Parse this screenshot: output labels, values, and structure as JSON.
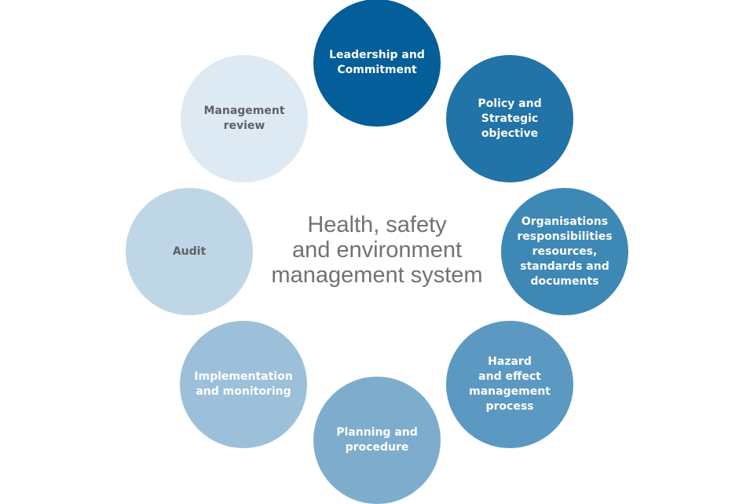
{
  "center_title": "Health, safety\nand environment\nmanagement system",
  "steps": [
    {
      "label": "Leadership and\nCommitment",
      "color": "#035e99"
    },
    {
      "label": "Policy and\nStrategic\nobjective",
      "color": "#2173a8"
    },
    {
      "label": "Organisations\nresponsibilities\nresources,\nstandards and\ndocuments",
      "color": "#3e88b6"
    },
    {
      "label": "Hazard\nand effect\nmanagement\nprocess",
      "color": "#5b99c2"
    },
    {
      "label": "Planning and\nprocedure",
      "color": "#7eaccd"
    },
    {
      "label": "Implementation\nand monitoring",
      "color": "#9dc0da"
    },
    {
      "label": "Audit",
      "color": "#bfd6e7"
    },
    {
      "label": "Management\nreview",
      "color": "#deeaf3"
    }
  ]
}
